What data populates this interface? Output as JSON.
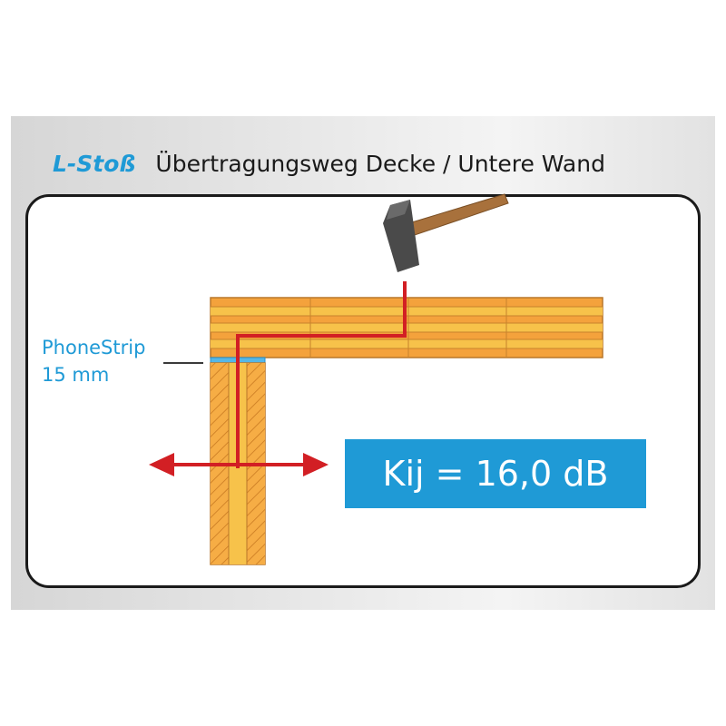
{
  "header": {
    "tag": "L-Stoß",
    "title": "Übertragungsweg Decke / Untere Wand"
  },
  "annotation": {
    "line1": "PhoneStrip",
    "line2": "15 mm"
  },
  "result": {
    "value": "Kij = 16,0 dB"
  },
  "colors": {
    "accent_blue": "#1f9ad6",
    "path_red": "#d21f24",
    "timber_orange": "#f4a23c",
    "timber_yellow": "#f7c24a",
    "hammer_handle": "#a8713c",
    "hammer_head": "#4a4a4a"
  },
  "icons": [
    "hammer-icon",
    "double-arrow-icon"
  ]
}
